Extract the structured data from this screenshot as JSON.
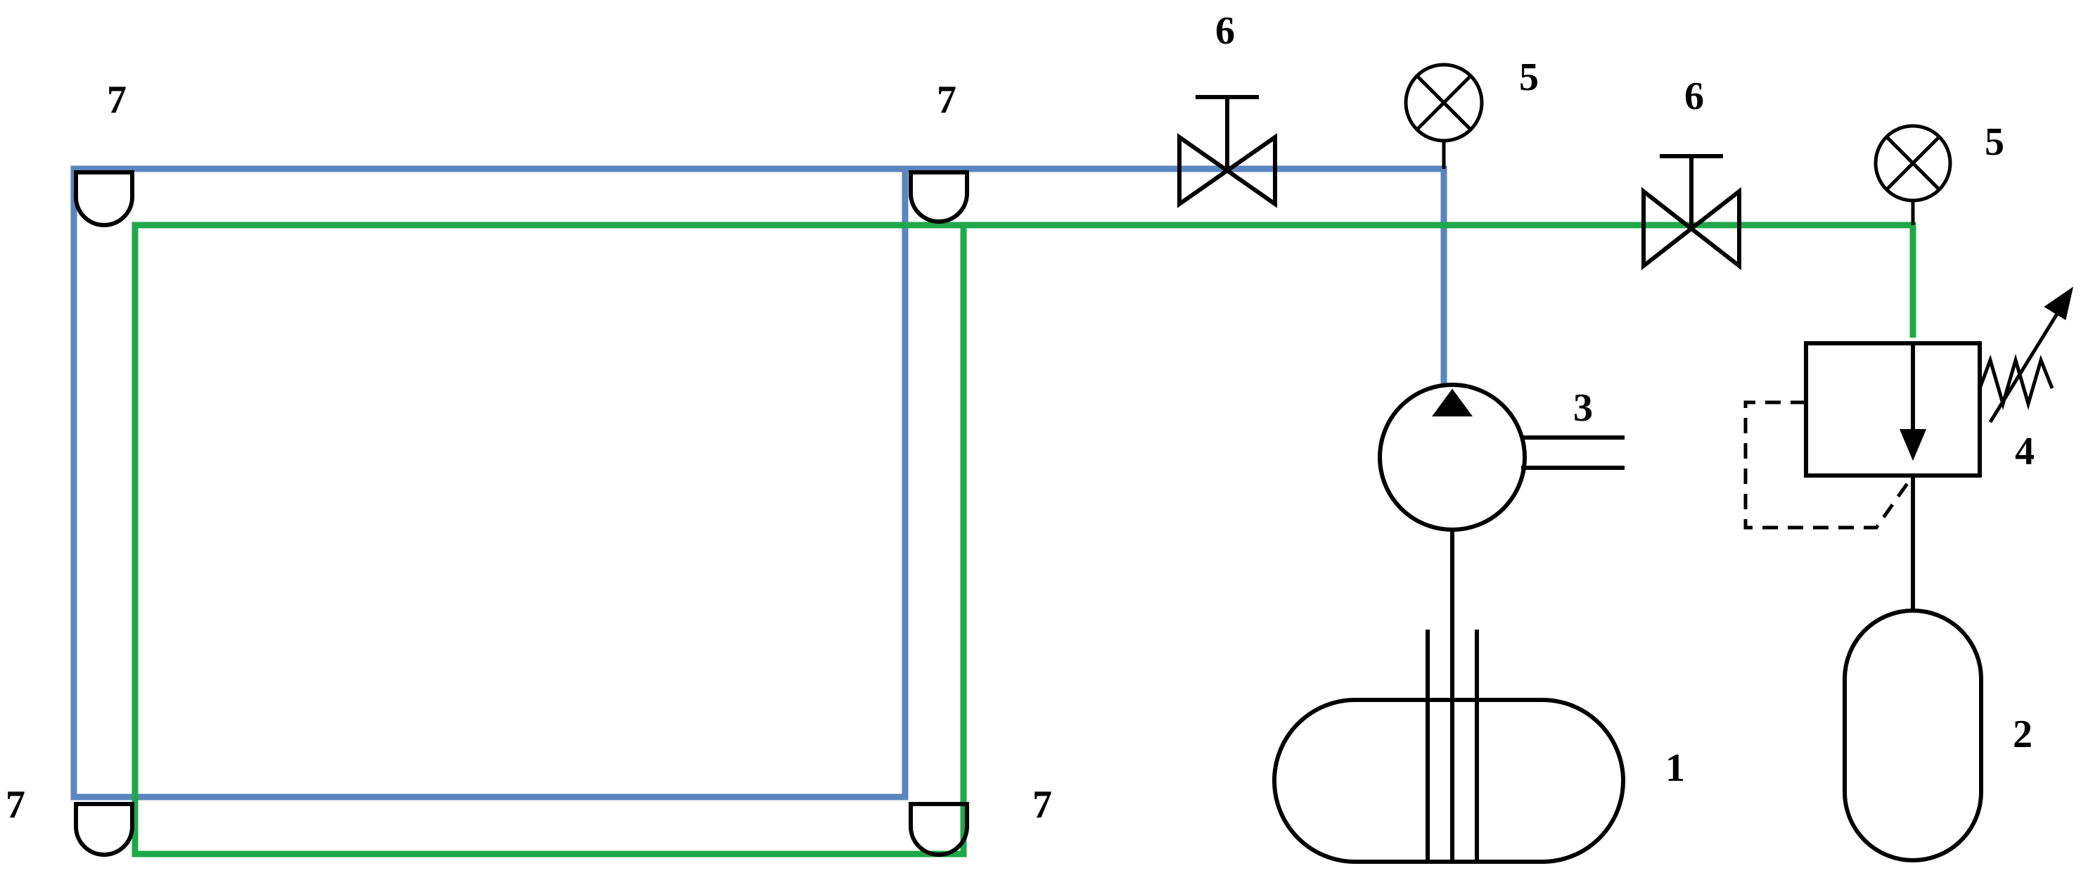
{
  "labels": {
    "tank": "1",
    "cylinder": "2",
    "pump": "3",
    "relief_valve": "4",
    "gauge": "5",
    "valve": "6",
    "connector": "7"
  },
  "colors": {
    "blue_line": "#5b85bd",
    "green_line": "#1fa84a",
    "symbol": "#000000"
  },
  "icons": {
    "pump": "pump-icon",
    "gauge": "pressure-gauge-icon",
    "valve": "shutoff-valve-icon",
    "relief": "pressure-relief-valve-icon",
    "tank": "tank-icon",
    "cylinder": "gas-cylinder-icon",
    "connector": "connector-icon"
  }
}
